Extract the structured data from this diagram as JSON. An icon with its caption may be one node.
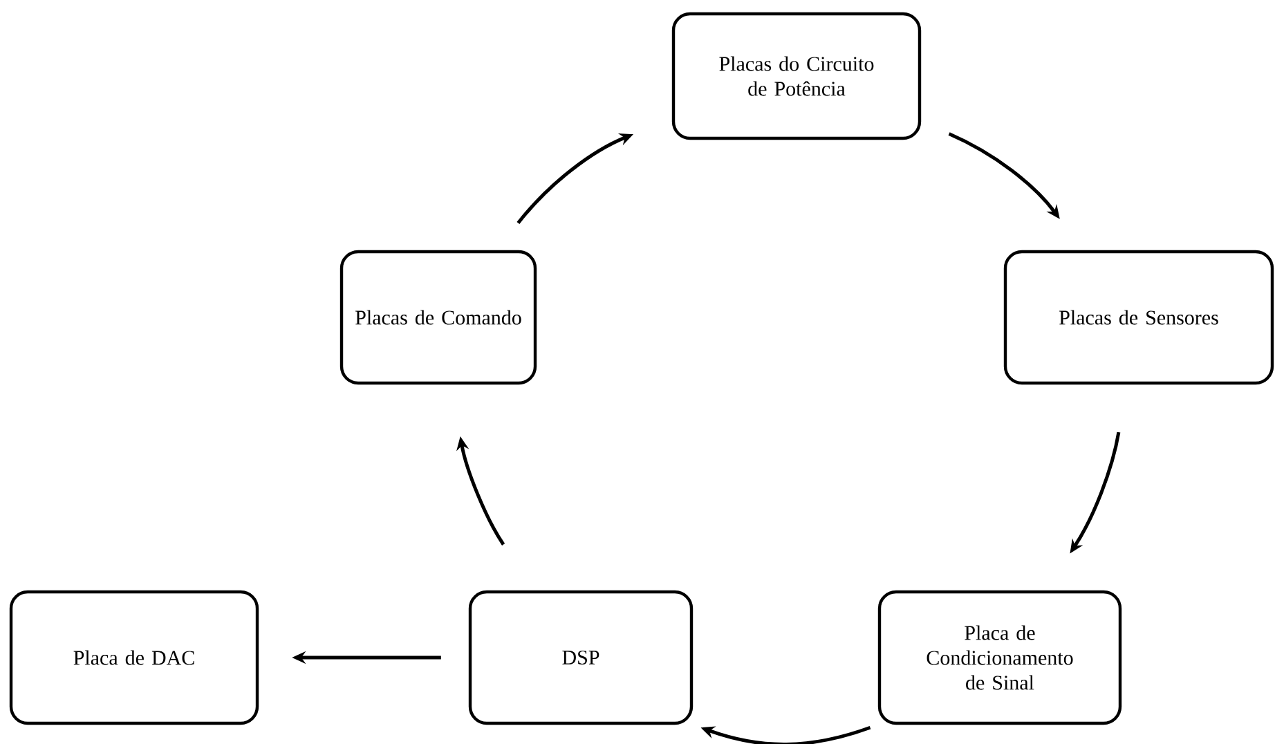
{
  "diagram": {
    "nodes": [
      {
        "text": [
          "Placas do Circuito de Potência"
        ]
      },
      {
        "text": [
          "Placas de Comando"
        ]
      },
      {
        "text": [
          "Placas de Sensores"
        ]
      },
      {
        "text": [
          "Placa de DAC"
        ]
      },
      {
        "text": [
          "DSP"
        ]
      },
      {
        "text": [
          "Placa de Condicionamento de Sinal"
        ]
      }
    ],
    "edges": [
      {
        "from": 0,
        "to": 2,
        "arrow": "to"
      },
      {
        "from": 2,
        "to": 5,
        "arrow": "to"
      },
      {
        "from": 5,
        "to": 4,
        "arrow": "to"
      },
      {
        "from": 4,
        "to": 1,
        "arrow": "to"
      },
      {
        "from": 1,
        "to": 0,
        "arrow": "to"
      },
      {
        "from": 4,
        "to": 3,
        "arrow": "to"
      }
    ]
  }
}
